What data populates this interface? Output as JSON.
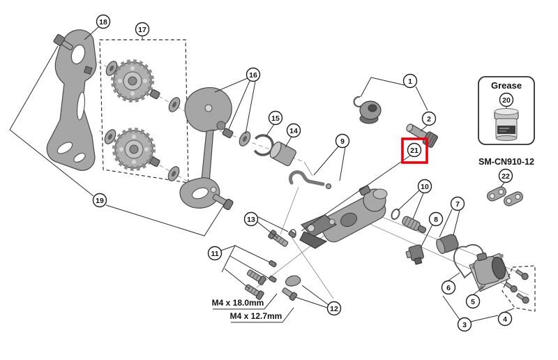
{
  "diagram": {
    "callouts": {
      "c1": "1",
      "c2": "2",
      "c3": "3",
      "c4": "4",
      "c5": "5",
      "c6": "6",
      "c7": "7",
      "c8": "8",
      "c9": "9",
      "c10": "10",
      "c11": "11",
      "c12": "12",
      "c13": "13",
      "c14": "14",
      "c15": "15",
      "c16": "16",
      "c17": "17",
      "c18": "18",
      "c19": "19",
      "c20": "20",
      "c21": "21",
      "c22": "22"
    },
    "grease_label": "Grease",
    "chain_label": "SM-CN910-12",
    "bolt_labels": {
      "long": "M4 x 18.0mm",
      "short": "M4 x 12.7mm"
    },
    "highlight_color": "#e8000f",
    "highlighted_callout": "21"
  }
}
